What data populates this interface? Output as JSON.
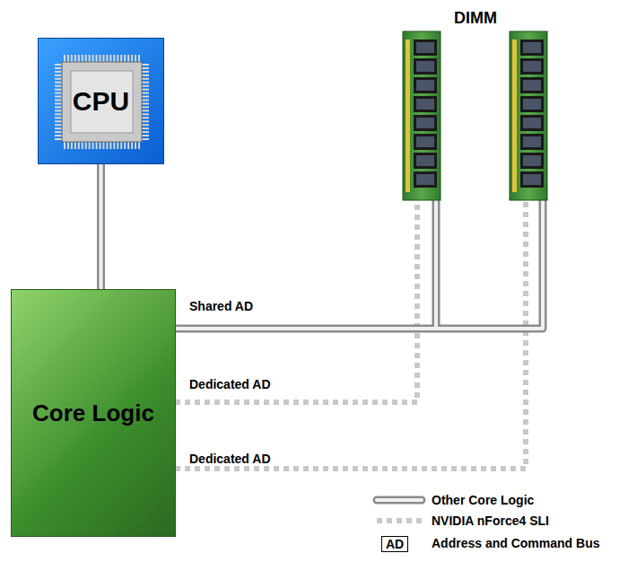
{
  "diagram": {
    "nodes": [
      {
        "text": [
          "CPU"
        ]
      },
      {
        "text": [
          "Core Logic"
        ]
      }
    ],
    "edges": [
      {
        "from": 0,
        "to": 1,
        "arrow": "none"
      }
    ],
    "labels": [
      "DIMM",
      "Shared AD",
      "Dedicated AD",
      "Dedicated AD",
      "AD"
    ],
    "legend": [
      {
        "text": "Other Core Logic"
      },
      {
        "text": "NVIDIA nForce4 SLI"
      },
      {
        "text": "Address and Command Bus"
      }
    ]
  }
}
